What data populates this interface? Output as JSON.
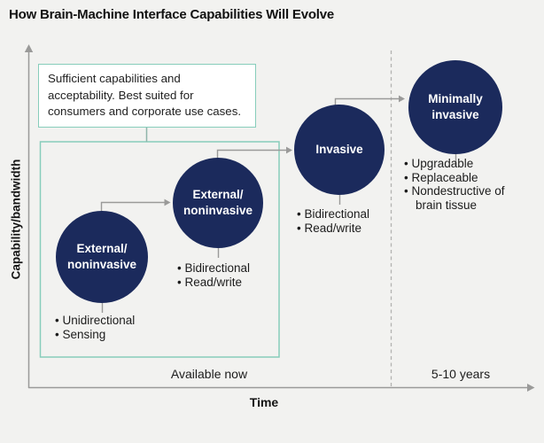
{
  "title": "How Brain-Machine Interface Capabilities Will Evolve",
  "axes": {
    "y_label": "Capability/bandwidth",
    "x_label": "Time"
  },
  "timeline": {
    "now_label": "Available now",
    "future_label": "5-10 years"
  },
  "callout": {
    "text": "Sufficient capabilities and acceptability. Best suited for consumers and corporate use cases."
  },
  "stages": [
    {
      "label": "External/\nnoninvasive",
      "bullets": [
        "Unidirectional",
        "Sensing"
      ]
    },
    {
      "label": "External/\nnoninvasive",
      "bullets": [
        "Bidirectional",
        "Read/write"
      ]
    },
    {
      "label": "Invasive",
      "bullets": [
        "Bidirectional",
        "Read/write"
      ]
    },
    {
      "label": "Minimally\ninvasive",
      "bullets": [
        "Upgradable",
        "Replaceable",
        "Nondestructive of brain tissue"
      ]
    }
  ],
  "colors": {
    "circle_navy": "#1b2a5c",
    "teal_accent": "#87cdbb",
    "arrow_gray": "#9a9a99",
    "background": "#f2f2f0"
  }
}
